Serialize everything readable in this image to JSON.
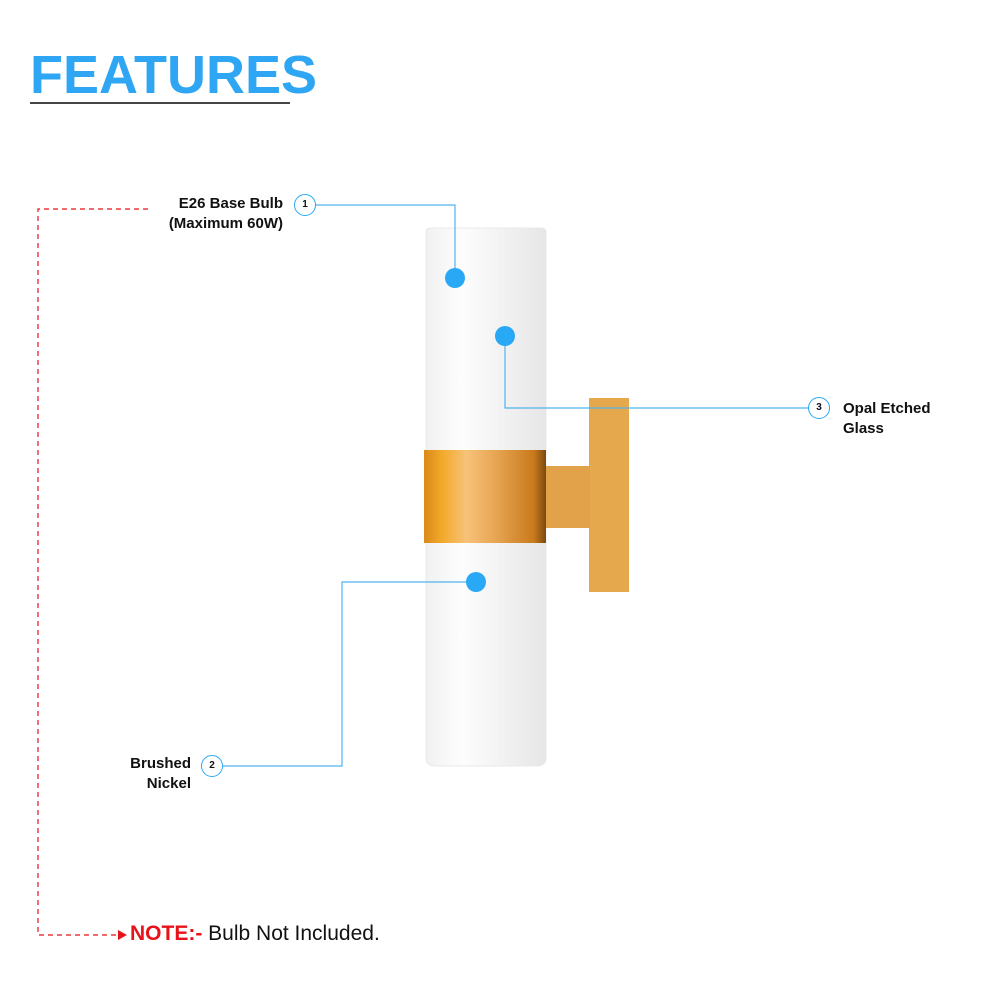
{
  "title": "FEATURES",
  "callouts": [
    {
      "number": "1",
      "line1": "E26 Base Bulb",
      "line2": "(Maximum 60W)"
    },
    {
      "number": "2",
      "line1": "Brushed",
      "line2": "Nickel"
    },
    {
      "number": "3",
      "line1": "Opal Etched",
      "line2": "Glass"
    }
  ],
  "note": {
    "label": "NOTE:-",
    "text": " Bulb Not Included."
  },
  "colors": {
    "accent": "#2ea6f3",
    "note_red": "#e8121a",
    "gold": "#e2a74a"
  }
}
